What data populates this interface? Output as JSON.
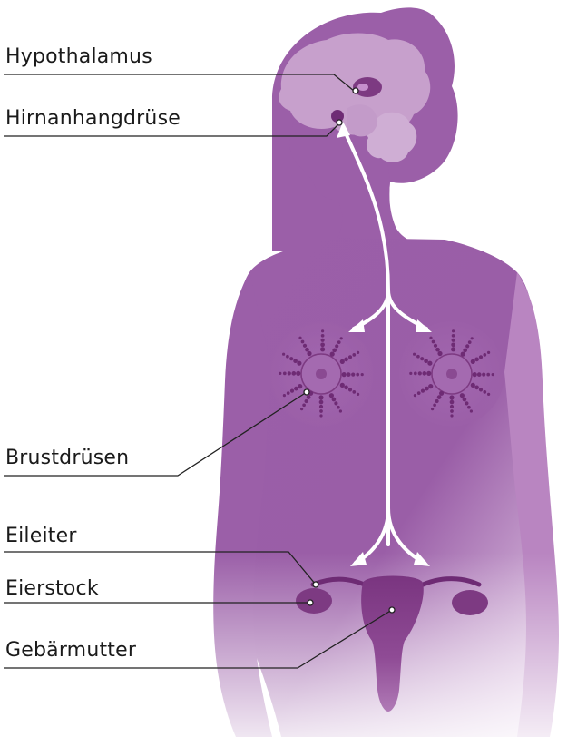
{
  "labels": {
    "hypothalamus": "Hypothalamus",
    "hirnanhangdruese": "Hirnanhangdrüse",
    "brustdruesen": "Brustdrüsen",
    "eileiter": "Eileiter",
    "eierstock": "Eierstock",
    "gebaermutter": "Gebärmutter"
  },
  "colors": {
    "body": "#9b5fa8",
    "body_light": "#e9d3ec",
    "brain": "#c7a0cc",
    "organ": "#7d3a82",
    "organ_dark": "#5e2463",
    "arrow": "#ffffff",
    "leader_line": "#222222"
  }
}
